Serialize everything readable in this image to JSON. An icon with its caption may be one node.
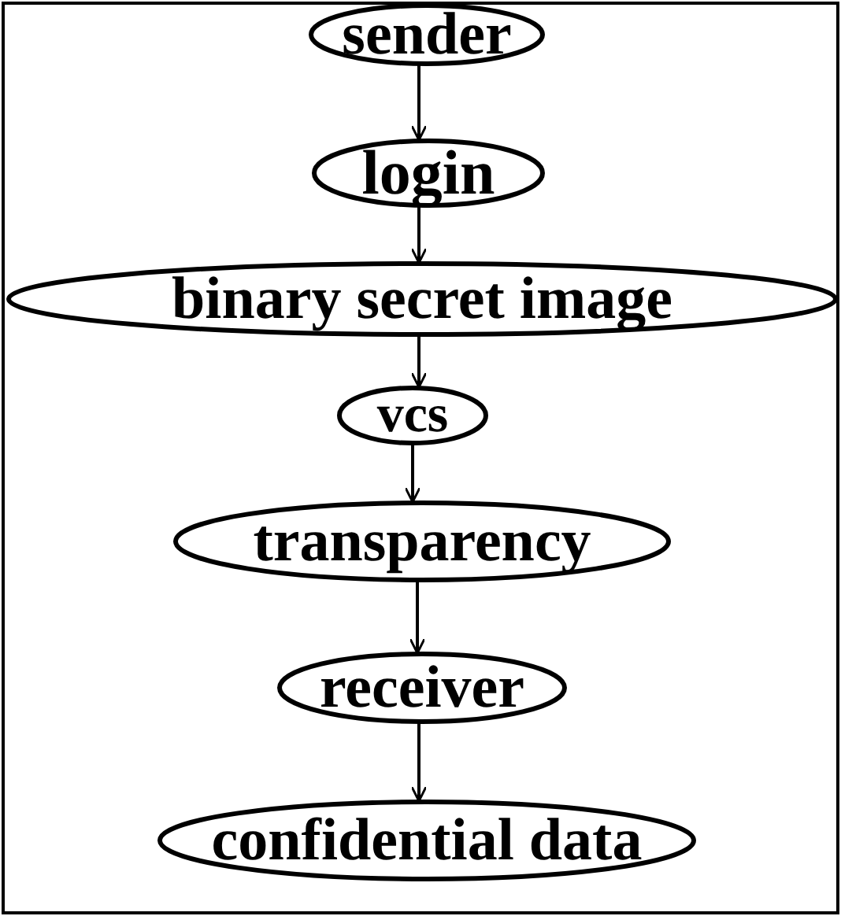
{
  "diagram": {
    "nodes": [
      {
        "text": [
          "sender"
        ]
      },
      {
        "text": [
          "login"
        ]
      },
      {
        "text": [
          "binary secret image"
        ]
      },
      {
        "text": [
          "vcs"
        ]
      },
      {
        "text": [
          "transparency"
        ]
      },
      {
        "text": [
          "receiver"
        ]
      },
      {
        "text": [
          "confidential data"
        ]
      }
    ],
    "edges": [
      {
        "from": 0,
        "to": 1,
        "arrow": "to"
      },
      {
        "from": 1,
        "to": 2,
        "arrow": "to"
      },
      {
        "from": 2,
        "to": 3,
        "arrow": "to"
      },
      {
        "from": 3,
        "to": 4,
        "arrow": "to"
      },
      {
        "from": 4,
        "to": 5,
        "arrow": "to"
      },
      {
        "from": 5,
        "to": 6,
        "arrow": "to"
      }
    ]
  }
}
